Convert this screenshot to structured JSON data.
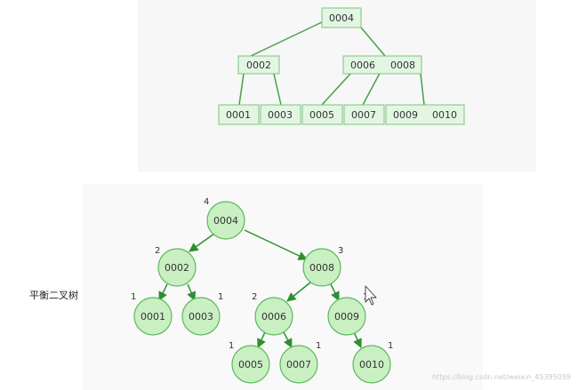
{
  "btree": {
    "root": "0004",
    "level1": [
      "0002",
      "0006",
      "0008"
    ],
    "leaves": [
      "0001",
      "0003",
      "0005",
      "0007",
      "0009",
      "0010"
    ]
  },
  "avl": {
    "label": "平衡二叉树",
    "nodes": [
      {
        "key": "0004",
        "balance": "4"
      },
      {
        "key": "0002",
        "balance": "2"
      },
      {
        "key": "0008",
        "balance": "3"
      },
      {
        "key": "0001",
        "balance": "1"
      },
      {
        "key": "0003",
        "balance": "1"
      },
      {
        "key": "0006",
        "balance": "2"
      },
      {
        "key": "0009",
        "balance": "1"
      },
      {
        "key": "0005",
        "balance": "1"
      },
      {
        "key": "0007",
        "balance": "1"
      },
      {
        "key": "0010",
        "balance": "1"
      }
    ]
  },
  "colors": {
    "box_fill": "#e3f5e3",
    "box_stroke": "#7cc47c",
    "node_fill": "#c9efc3",
    "node_stroke": "#5cb85c",
    "edge": "#2f8f2f"
  },
  "watermark": "https://blog.csdn.net/weixin_45395059"
}
